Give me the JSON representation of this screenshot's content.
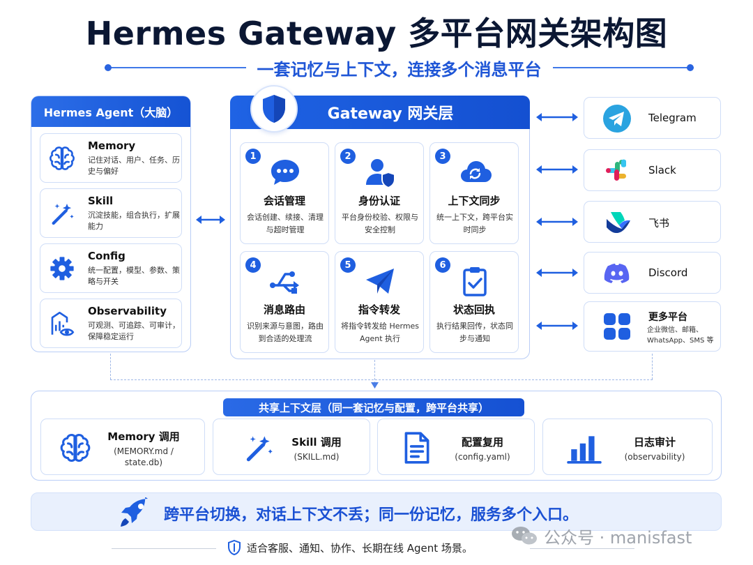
{
  "title": "Hermes Gateway 多平台网关架构图",
  "subtitle": "一套记忆与上下文，连接多个消息平台",
  "agent": {
    "header": "Hermes Agent（大脑）",
    "cards": [
      {
        "title": "Memory",
        "desc": "记住对话、用户、任务、历史与偏好",
        "icon": "brain-icon"
      },
      {
        "title": "Skill",
        "desc": "沉淀技能，组合执行，扩展能力",
        "icon": "magic-wand-icon"
      },
      {
        "title": "Config",
        "desc": "统一配置，模型、参数、策略与开关",
        "icon": "gear-icon"
      },
      {
        "title": "Observability",
        "desc": "可观测、可追踪、可审计，保障稳定运行",
        "icon": "observability-icon"
      }
    ]
  },
  "gateway": {
    "header": "Gateway 网关层",
    "cards": [
      {
        "num": "1",
        "title": "会话管理",
        "desc": "会话创建、续接、清理与超时管理",
        "icon": "chat-bubble-icon"
      },
      {
        "num": "2",
        "title": "身份认证",
        "desc": "平台身份校验、权限与安全控制",
        "icon": "user-shield-icon"
      },
      {
        "num": "3",
        "title": "上下文同步",
        "desc": "统一上下文，跨平台实时同步",
        "icon": "cloud-sync-icon"
      },
      {
        "num": "4",
        "title": "消息路由",
        "desc": "识别来源与意图，路由到合适的处理流",
        "icon": "route-icon"
      },
      {
        "num": "5",
        "title": "指令转发",
        "desc": "将指令转发给 Hermes Agent 执行",
        "icon": "paper-plane-icon"
      },
      {
        "num": "6",
        "title": "状态回执",
        "desc": "执行结果回传，状态同步与通知",
        "icon": "clipboard-check-icon"
      }
    ]
  },
  "platforms": [
    {
      "name": "Telegram",
      "icon": "telegram-icon"
    },
    {
      "name": "Slack",
      "icon": "slack-icon"
    },
    {
      "name": "飞书",
      "icon": "feishu-icon"
    },
    {
      "name": "Discord",
      "icon": "discord-icon"
    },
    {
      "name": "更多平台",
      "desc": "企业微信、邮箱、WhatsApp、SMS 等",
      "icon": "grid-icon"
    }
  ],
  "shared": {
    "title": "共享上下文层（同一套记忆与配置，跨平台共享）",
    "cards": [
      {
        "title": "Memory 调用",
        "desc": "(MEMORY.md / state.db)",
        "icon": "brain-icon"
      },
      {
        "title": "Skill 调用",
        "desc": "(SKILL.md)",
        "icon": "magic-wand-icon"
      },
      {
        "title": "配置复用",
        "desc": "(config.yaml)",
        "icon": "document-icon"
      },
      {
        "title": "日志审计",
        "desc": "(observability)",
        "icon": "bar-chart-icon"
      }
    ]
  },
  "banner": "跨平台切换，对话上下文不丢；同一份记忆，服务多个入口。",
  "footer": "适合客服、通知、协作、长期在线 Agent 场景。",
  "watermark": "公众号 · manisfast",
  "colors": {
    "primary": "#1f5fe0",
    "border": "#cfddf7",
    "banner_bg": "#e9f0fd"
  }
}
